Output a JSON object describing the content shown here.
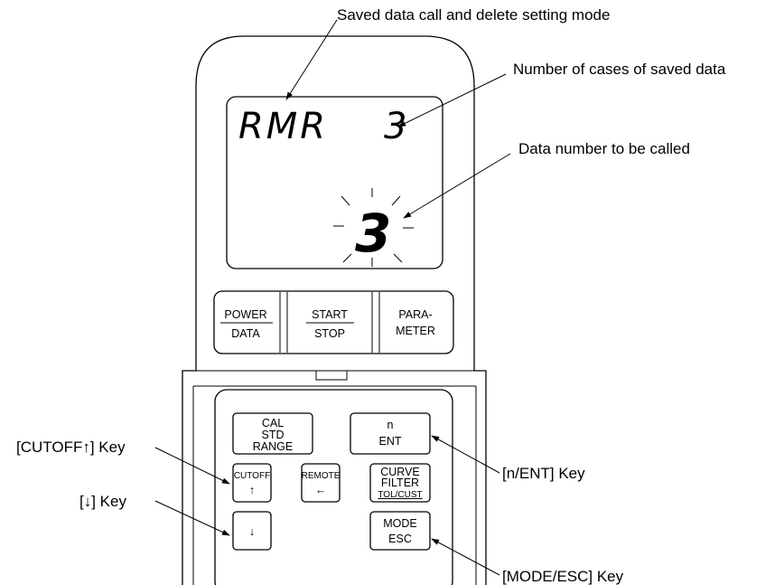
{
  "annotations": {
    "mode_label": "Saved data call and delete setting mode",
    "cases_label": "Number of cases of saved data",
    "data_number_label": "Data number to be called",
    "cutoff_up_key": "[CUTOFF↑] Key",
    "down_key": "[↓] Key",
    "n_ent_key": "[n/ENT] Key",
    "mode_esc_key": "[MODE/ESC] Key"
  },
  "display": {
    "mode_text": "RMR",
    "cases_value": "3",
    "data_number_value": "3"
  },
  "top_keys": {
    "power_data": {
      "top": "POWER",
      "bottom": "DATA"
    },
    "start_stop": {
      "top": "START",
      "bottom": "STOP"
    },
    "parameter": {
      "top": "PARA-",
      "bottom": "METER"
    }
  },
  "keypad": {
    "cal_std_range": [
      "CAL",
      "STD",
      "RANGE"
    ],
    "n_ent": [
      "n",
      "ENT"
    ],
    "cutoff_up": [
      "CUTOFF",
      "↑"
    ],
    "remote_left": [
      "REMOTE",
      "←"
    ],
    "curve_filter": [
      "CURVE",
      "FILTER",
      "TOL/CUST"
    ],
    "down": "↓",
    "mode_esc": [
      "MODE",
      "ESC"
    ]
  }
}
